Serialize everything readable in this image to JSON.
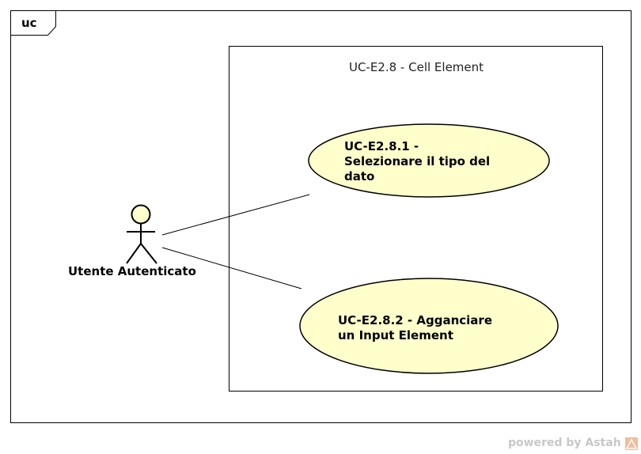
{
  "frame": {
    "tag": "uc"
  },
  "boundary": {
    "title": "UC-E2.8 - Cell Element"
  },
  "actor": {
    "name": "Utente Autenticato"
  },
  "use_cases": [
    {
      "label": "UC-E2.8.1 -\nSelezionare il tipo del\ndato"
    },
    {
      "label": "UC-E2.8.2 - Agganciare\nun Input Element"
    }
  ],
  "watermark": {
    "text": "powered by Astah"
  },
  "colors": {
    "usecase_fill": "#FFFFCC",
    "actor_head_fill": "#FFFFCC",
    "line": "#000000",
    "watermark": "#C8C8C8",
    "logo_accent": "#E8874A"
  }
}
